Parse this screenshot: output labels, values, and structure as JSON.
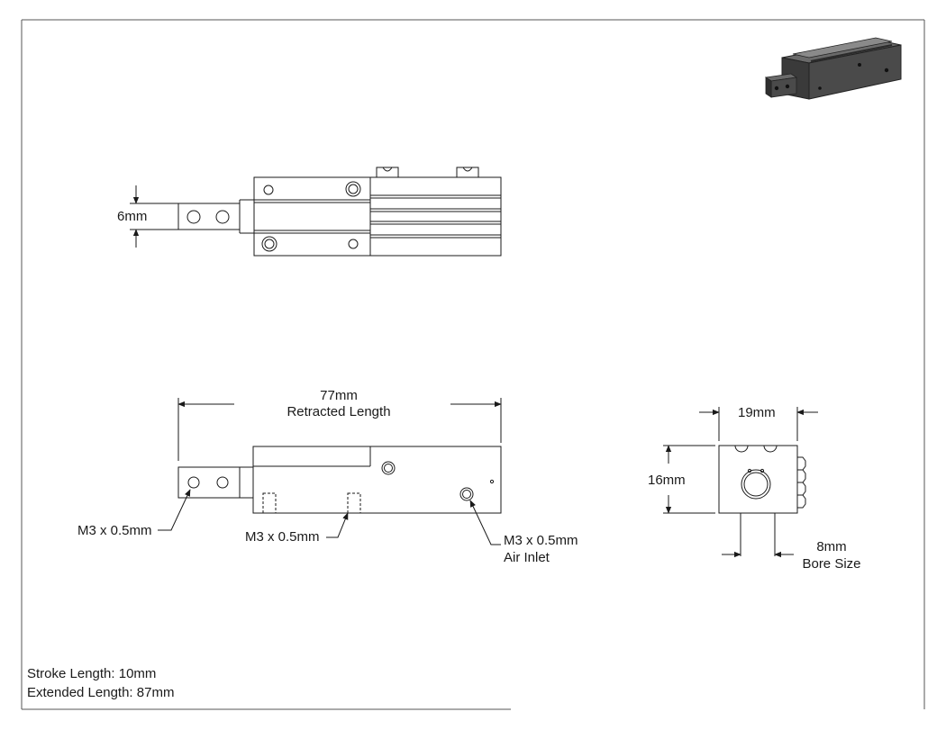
{
  "views": {
    "top": {
      "jaw_width": "6mm"
    },
    "side": {
      "retracted_length": "77mm",
      "retracted_caption": "Retracted Length",
      "jaw_thread": "M3 x 0.5mm",
      "mount_thread": "M3 x 0.5mm",
      "air_inlet_thread": "M3 x 0.5mm",
      "air_inlet_caption": "Air Inlet"
    },
    "end": {
      "width": "19mm",
      "height": "16mm",
      "bore": "8mm",
      "bore_caption": "Bore Size"
    }
  },
  "notes": {
    "stroke": "Stroke Length: 10mm",
    "extended": "Extended Length: 87mm"
  },
  "colors": {
    "line": "#1a1a1a",
    "iso_dark": "#3a3a3a",
    "iso_mid": "#5a5a5a",
    "iso_light": "#7a7a7a"
  }
}
